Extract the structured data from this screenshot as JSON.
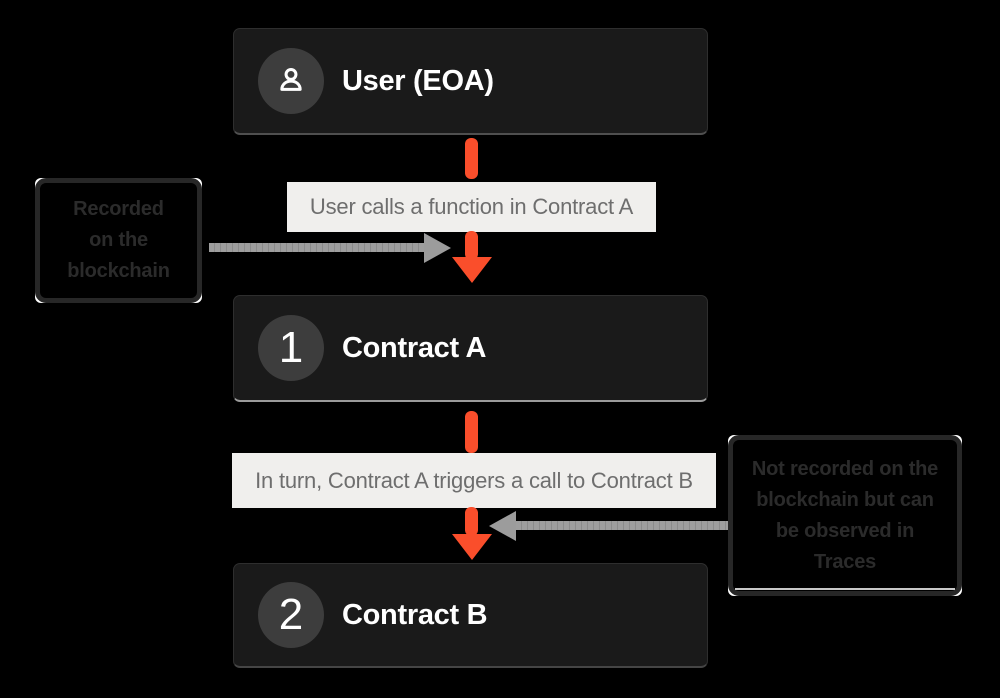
{
  "diagram": {
    "nodes": [
      {
        "title": "User (EOA)"
      },
      {
        "badge": "1",
        "title": "Contract A"
      },
      {
        "badge": "2",
        "title": "Contract B"
      }
    ],
    "edge_labels": [
      "User calls a function in Contract A",
      "In turn, Contract A triggers a call to Contract B"
    ],
    "callout_left": {
      "lines": [
        "Recorded",
        "on the",
        "blockchain"
      ]
    },
    "callout_right": {
      "lines": [
        "Not recorded on the",
        "blockchain but can",
        "be observed in",
        "Traces"
      ]
    },
    "icons": {
      "user_badge": "user-icon"
    },
    "colors": {
      "background": "#000000",
      "node_fill": "#1a1a1a",
      "node_border": "#2e2e2e",
      "badge_fill": "#3d3d3d",
      "node_text": "#ffffff",
      "edge_label_bg": "#f0efed",
      "edge_label_text": "#6e6e6e",
      "flow_arrow": "#fa4e2b",
      "side_arrow": "#9c9c9c",
      "callout_border": "#272727",
      "callout_text": "#2b2b2b"
    }
  }
}
